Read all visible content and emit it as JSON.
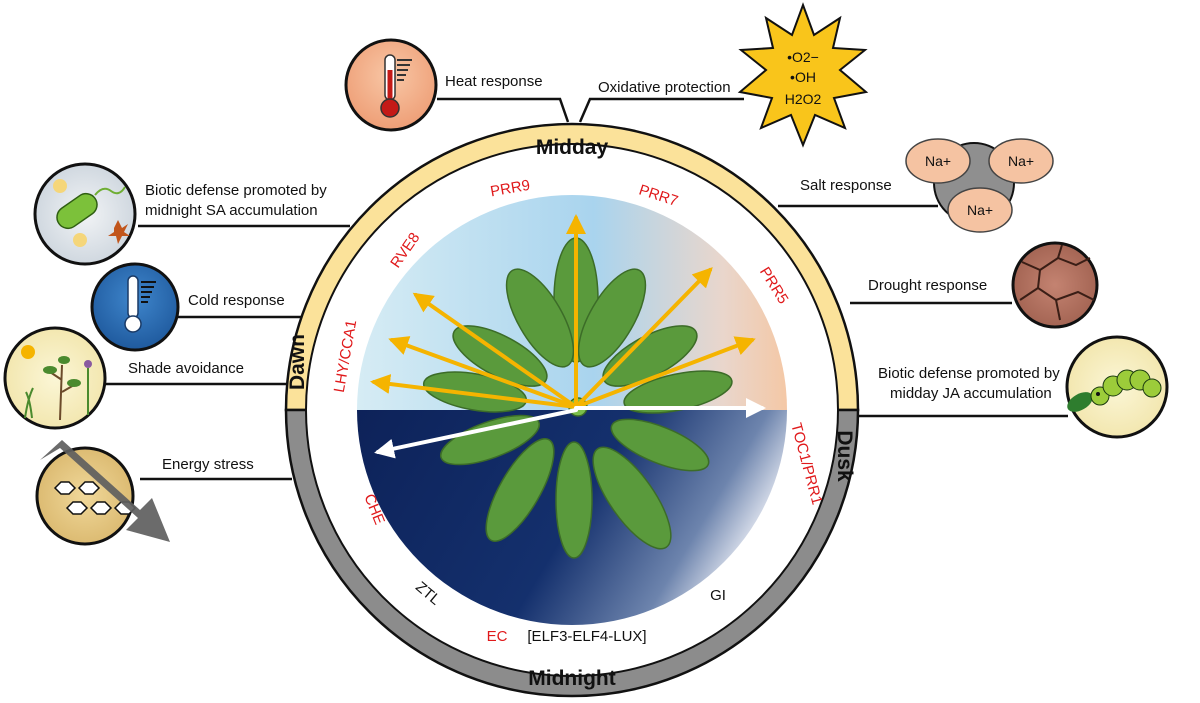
{
  "bands": {
    "midday": "Midday",
    "midnight": "Midnight",
    "dawn": "Dawn",
    "dusk": "Dusk"
  },
  "genes": {
    "prr9": "PRR9",
    "prr7": "PRR7",
    "prr5": "PRR5",
    "toc1": "TOC1/PRR1",
    "gi": "GI",
    "ec": "EC",
    "ec_complex": "[ELF3-ELF4-LUX]",
    "ztl": "ZTL",
    "che": "CHE",
    "lhy_cca1": "LHY/CCA1",
    "rve8": "RVE8"
  },
  "responses": {
    "heat": "Heat response",
    "oxidative": "Oxidative protection",
    "salt": "Salt response",
    "drought": "Drought response",
    "biotic_ja_line1": "Biotic defense promoted by",
    "biotic_ja_line2": "midday JA accumulation",
    "biotic_sa_line1": "Biotic defense promoted by",
    "biotic_sa_line2": "midnight SA accumulation",
    "cold": "Cold response",
    "shade": "Shade avoidance",
    "energy": "Energy stress"
  },
  "ros": {
    "superoxide": "•O2−",
    "hydroxyl": "•OH",
    "peroxide": "H2O2"
  },
  "ions": {
    "na": "Na+"
  },
  "colors": {
    "day_ring": "#fbe29a",
    "night_ring": "#8c8c8c",
    "gene_red": "#e0191b",
    "arrow_gold": "#f5b400",
    "leaf_green": "#5a9a3c",
    "night_blue": "#0f2760"
  }
}
